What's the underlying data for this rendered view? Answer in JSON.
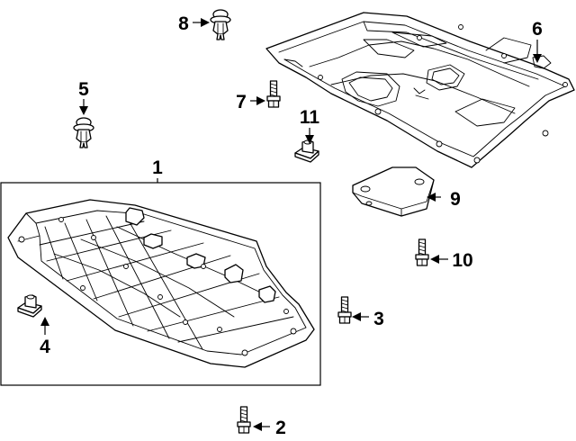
{
  "diagram": {
    "callouts": [
      {
        "id": "1",
        "label": "1"
      },
      {
        "id": "2",
        "label": "2"
      },
      {
        "id": "3",
        "label": "3"
      },
      {
        "id": "4",
        "label": "4"
      },
      {
        "id": "5",
        "label": "5"
      },
      {
        "id": "6",
        "label": "6"
      },
      {
        "id": "7",
        "label": "7"
      },
      {
        "id": "8",
        "label": "8"
      },
      {
        "id": "9",
        "label": "9"
      },
      {
        "id": "10",
        "label": "10"
      },
      {
        "id": "11",
        "label": "11"
      }
    ],
    "parts": [
      {
        "callout": "1",
        "name": "front-splash-shield",
        "icon": "splash-shield-icon"
      },
      {
        "callout": "2",
        "name": "bolt",
        "icon": "bolt-icon"
      },
      {
        "callout": "3",
        "name": "bolt",
        "icon": "bolt-icon"
      },
      {
        "callout": "4",
        "name": "nut",
        "icon": "nut-icon"
      },
      {
        "callout": "5",
        "name": "push-clip",
        "icon": "clip-icon"
      },
      {
        "callout": "6",
        "name": "rear-splash-shield",
        "icon": "splash-shield-icon"
      },
      {
        "callout": "7",
        "name": "bolt",
        "icon": "bolt-icon"
      },
      {
        "callout": "8",
        "name": "push-clip",
        "icon": "clip-icon"
      },
      {
        "callout": "9",
        "name": "cover-plate",
        "icon": "cover-plate-icon"
      },
      {
        "callout": "10",
        "name": "bolt",
        "icon": "bolt-icon"
      },
      {
        "callout": "11",
        "name": "nut",
        "icon": "nut-icon"
      }
    ]
  }
}
